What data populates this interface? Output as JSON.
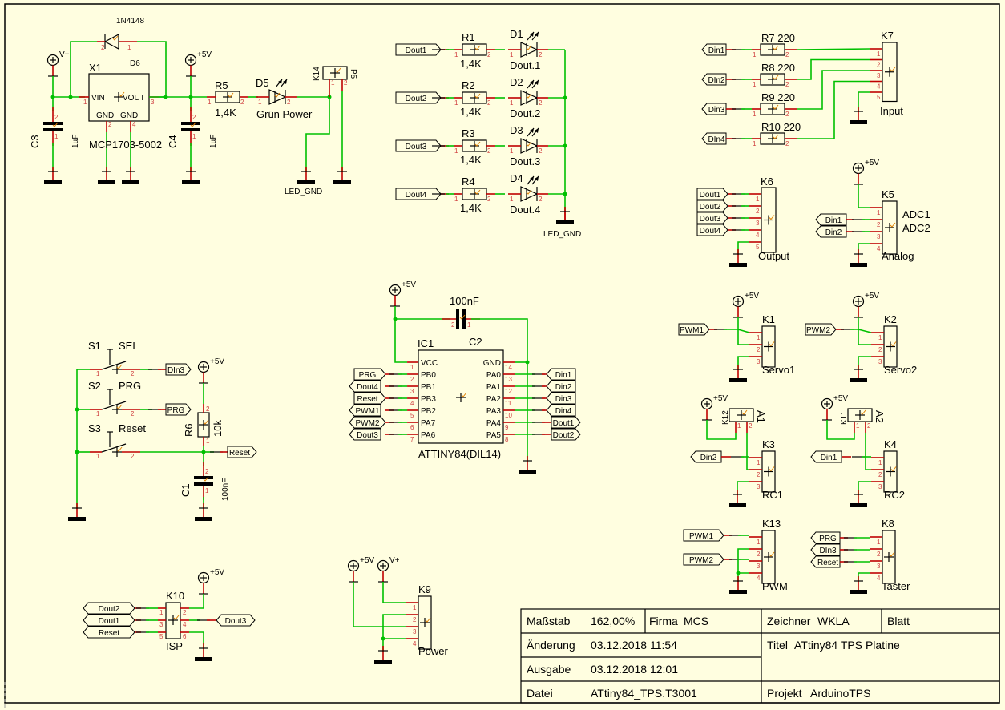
{
  "colors": {
    "background": "#fffee0",
    "wire": "#00c000",
    "pin": "#c00000",
    "line": "#000000",
    "check": "#e08000"
  },
  "power_section": {
    "diode_d6": {
      "ref": "D6",
      "value": "1N4148"
    },
    "regulator": {
      "ref": "X1",
      "value": "MCP1703-5002",
      "pins": [
        "VIN",
        "VOUT",
        "GND",
        "GND"
      ]
    },
    "c3": {
      "ref": "C3",
      "value": "1µF"
    },
    "c4": {
      "ref": "C4",
      "value": "1µF"
    },
    "r5": {
      "ref": "R5",
      "value": "1,4K"
    },
    "d5": {
      "ref": "D5",
      "value": "Grün Power"
    },
    "k14": {
      "ref": "K14",
      "value": "P5"
    },
    "vplus": "V+",
    "plus5v": "+5V",
    "led_gnd": "LED_GND"
  },
  "led_section": {
    "rows": [
      {
        "net": "Dout1",
        "r": "R1",
        "rv": "1,4K",
        "d": "D1",
        "dv": "Dout.1"
      },
      {
        "net": "Dout2",
        "r": "R2",
        "rv": "1,4K",
        "d": "D2",
        "dv": "Dout.2"
      },
      {
        "net": "Dout3",
        "r": "R3",
        "rv": "1,4K",
        "d": "D3",
        "dv": "Dout.3"
      },
      {
        "net": "Dout4",
        "r": "R4",
        "rv": "1,4K",
        "d": "D4",
        "dv": "Dout.4"
      }
    ],
    "gnd_label": "LED_GND"
  },
  "input_section": {
    "rows": [
      {
        "net": "Din1",
        "r": "R7 220"
      },
      {
        "net": "DIn2",
        "r": "R8  220"
      },
      {
        "net": "Din3",
        "r": "R9  220"
      },
      {
        "net": "DIn4",
        "r": "R10  220"
      }
    ],
    "connector": {
      "ref": "K7",
      "value": "Input"
    }
  },
  "k6": {
    "ref": "K6",
    "value": "Output",
    "nets": [
      "Dout1",
      "Dout2",
      "Dout3",
      "Dout4"
    ]
  },
  "k5": {
    "ref": "K5",
    "value": "Analog",
    "nets": [
      "Din1",
      "Din2"
    ],
    "notes": [
      "ADC1",
      "ADC2"
    ],
    "supply": "+5V"
  },
  "mcu": {
    "ref": "IC1",
    "value": "ATTINY84(DIL14)",
    "supply": "+5V",
    "cap": {
      "ref": "C2",
      "value": "100nF"
    },
    "left_pins": [
      {
        "num": "1",
        "name": "VCC",
        "net": ""
      },
      {
        "num": "2",
        "name": "PB0",
        "net": "PRG"
      },
      {
        "num": "3",
        "name": "PB1",
        "net": "Dout4"
      },
      {
        "num": "4",
        "name": "PB3",
        "net": "Reset"
      },
      {
        "num": "5",
        "name": "PB2",
        "net": "PWM1"
      },
      {
        "num": "6",
        "name": "PA7",
        "net": "PWM2"
      },
      {
        "num": "7",
        "name": "PA6",
        "net": "Dout3"
      }
    ],
    "right_pins": [
      {
        "num": "14",
        "name": "GND",
        "net": ""
      },
      {
        "num": "13",
        "name": "PA0",
        "net": "Din1"
      },
      {
        "num": "12",
        "name": "PA1",
        "net": "Din2"
      },
      {
        "num": "11",
        "name": "PA2",
        "net": "Din3"
      },
      {
        "num": "10",
        "name": "PA3",
        "net": "Din4"
      },
      {
        "num": "9",
        "name": "PA4",
        "net": "Dout1"
      },
      {
        "num": "8",
        "name": "PA5",
        "net": "Dout2"
      }
    ]
  },
  "switches": {
    "items": [
      {
        "ref": "S1",
        "value": "SEL",
        "net": "DIn3"
      },
      {
        "ref": "S2",
        "value": "PRG",
        "net": "PRG"
      },
      {
        "ref": "S3",
        "value": "Reset",
        "net": "Reset"
      }
    ],
    "r6": {
      "ref": "R6",
      "value": "10k"
    },
    "c1": {
      "ref": "C1",
      "value": "100nF"
    },
    "supply": "+5V"
  },
  "servo": [
    {
      "ref": "K1",
      "value": "Servo1",
      "net": "PWM1",
      "supply": "+5V"
    },
    {
      "ref": "K2",
      "value": "Servo2",
      "net": "PWM2",
      "supply": "+5V"
    }
  ],
  "rc": [
    {
      "ref": "K3",
      "value": "RC1",
      "net": "Din2",
      "jumper": "K12",
      "jumper_value": "A1",
      "supply": "+5V"
    },
    {
      "ref": "K4",
      "value": "RC2",
      "net": "Din1",
      "jumper": "K11",
      "jumper_value": "A2",
      "supply": "+5V"
    }
  ],
  "k13": {
    "ref": "K13",
    "value": "PWM",
    "nets": [
      "PWM1",
      "PWM2"
    ]
  },
  "k8": {
    "ref": "K8",
    "value": "Taster",
    "nets": [
      "PRG",
      "DIn3",
      "Reset"
    ]
  },
  "k10": {
    "ref": "K10",
    "value": "ISP",
    "nets_left": [
      "Dout2",
      "Dout1",
      "Reset"
    ],
    "net_right": "Dout3",
    "supply": "+5V"
  },
  "k9": {
    "ref": "K9",
    "value": "Power",
    "supplies": [
      "+5V",
      "V+"
    ]
  },
  "title_block": {
    "massstab_label": "Maßstab",
    "massstab_value": "162,00%",
    "firma_label": "Firma",
    "firma_value": "MCS",
    "zeichner_label": "Zeichner",
    "zeichner_value": "WKLA",
    "blatt_label": "Blatt",
    "aenderung_label": "Änderung",
    "aenderung_value": "03.12.2018  11:54",
    "titel_label": "Titel",
    "titel_value": "ATtiny84 TPS Platine",
    "ausgabe_label": "Ausgabe",
    "ausgabe_value": "03.12.2018  12:01",
    "datei_label": "Datei",
    "datei_value": "ATtiny84_TPS.T3001",
    "projekt_label": "Projekt",
    "projekt_value": "ArduinoTPS"
  }
}
